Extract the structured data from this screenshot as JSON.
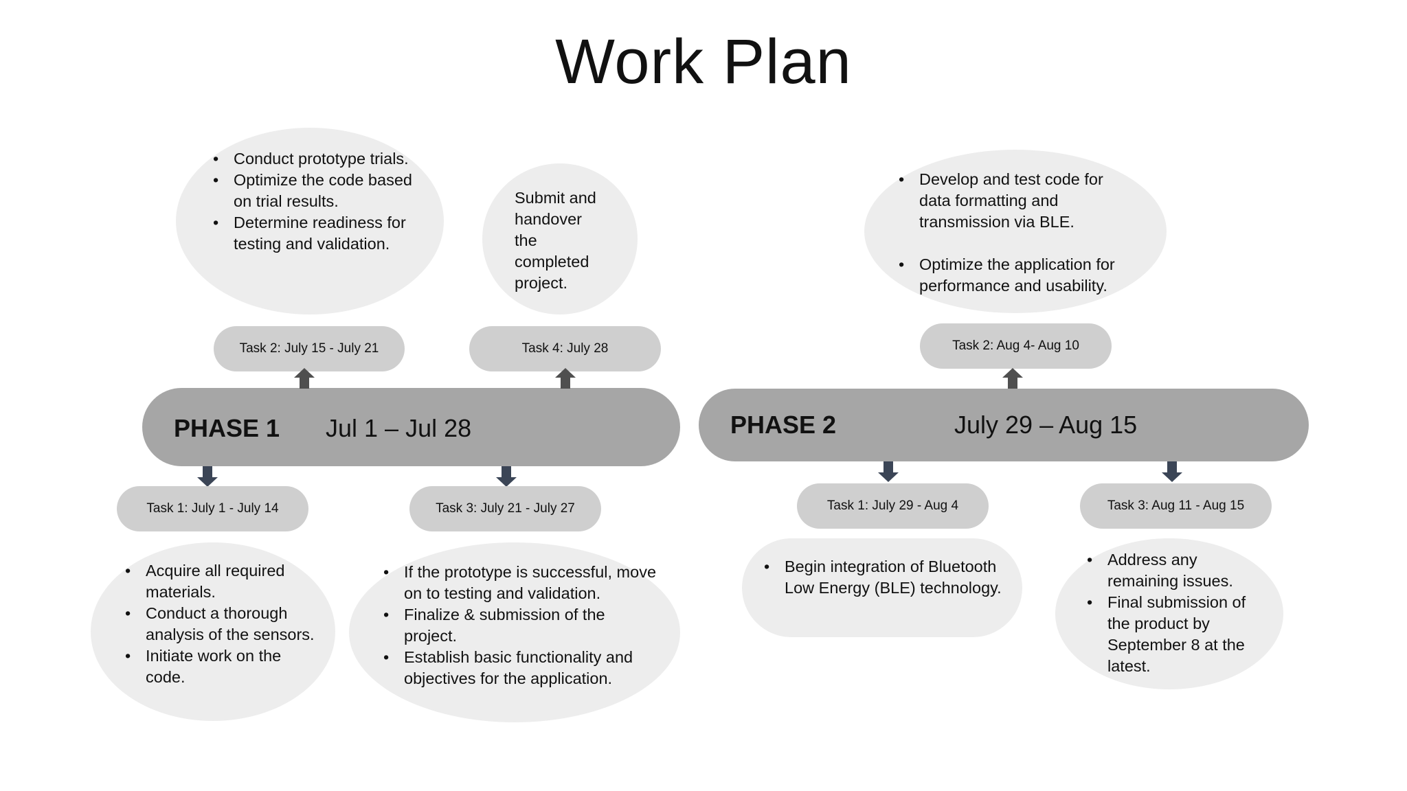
{
  "title": "Work Plan",
  "colors": {
    "phase_bar": "#a6a6a6",
    "task_pill": "#cfcfcf",
    "bubble": "#ededed",
    "arrow_up": "#4f4f4f",
    "arrow_down": "#3b4556"
  },
  "phase1": {
    "name": "PHASE 1",
    "dates": "Jul 1 – Jul 28",
    "tasks": {
      "task1": {
        "label": "Task 1: July 1 - July 14",
        "items": [
          "Acquire all required materials.",
          "Conduct a thorough analysis of the sensors.",
          "Initiate work on the code."
        ]
      },
      "task2": {
        "label": "Task 2: July 15 - July 21",
        "items": [
          "Conduct prototype trials.",
          "Optimize the code based on trial results.",
          "Determine readiness for testing and validation."
        ]
      },
      "task3": {
        "label": "Task 3: July 21 - July 27",
        "items": [
          "If the prototype is successful, move on to testing and validation.",
          "Finalize & submission  of the project.",
          "Establish basic functionality and objectives for the application."
        ]
      },
      "task4": {
        "label": "Task 4: July 28",
        "text": "Submit and handover the completed project."
      }
    }
  },
  "phase2": {
    "name": "PHASE 2",
    "dates": "July 29 – Aug 15",
    "tasks": {
      "task1": {
        "label": "Task 1: July 29 - Aug 4",
        "items": [
          "Begin integration of Bluetooth Low Energy (BLE) technology."
        ]
      },
      "task2": {
        "label": "Task 2: Aug 4- Aug 10",
        "items": [
          "Develop and test code for data formatting and transmission via BLE.",
          "Optimize the application for performance and usability."
        ]
      },
      "task3": {
        "label": "Task 3: Aug 11 - Aug 15",
        "items": [
          "Address any remaining issues.",
          "Final submission of the product by September 8 at the latest."
        ]
      }
    }
  }
}
